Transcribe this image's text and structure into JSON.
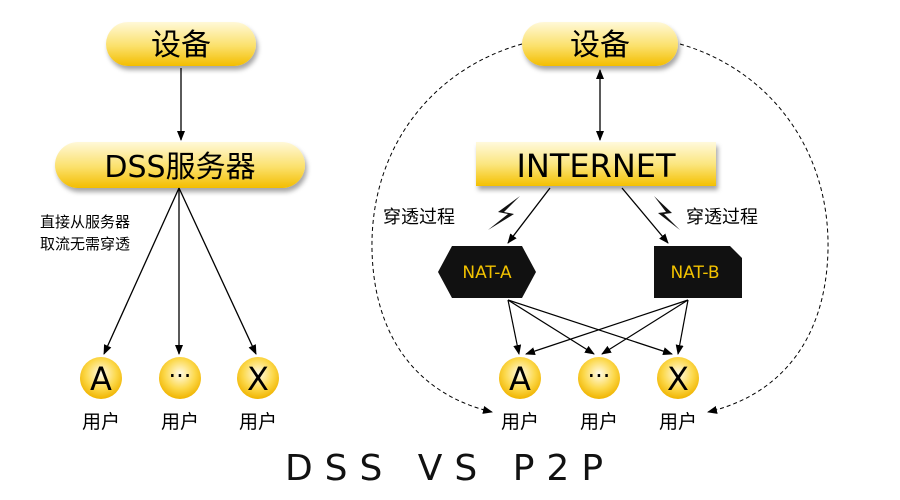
{
  "left": {
    "device": "设备",
    "server": "DSS服务器",
    "note_line1": "直接从服务器",
    "note_line2": "取流无需穿透",
    "users": [
      {
        "letter": "A",
        "label": "用户"
      },
      {
        "letter": "···",
        "label": "用户"
      },
      {
        "letter": "X",
        "label": "用户"
      }
    ]
  },
  "right": {
    "device": "设备",
    "internet": "INTERNET",
    "traverse_left": "穿透过程",
    "traverse_right": "穿透过程",
    "nat_a": "NAT-A",
    "nat_b": "NAT-B",
    "users": [
      {
        "letter": "A",
        "label": "用户"
      },
      {
        "letter": "···",
        "label": "用户"
      },
      {
        "letter": "X",
        "label": "用户"
      }
    ]
  },
  "footer_title": "DSS VS P2P",
  "colors": {
    "gold": "#f5c400",
    "gold_light": "#fff5c4",
    "nat_fill": "#111111",
    "nat_text": "#f2c200"
  }
}
